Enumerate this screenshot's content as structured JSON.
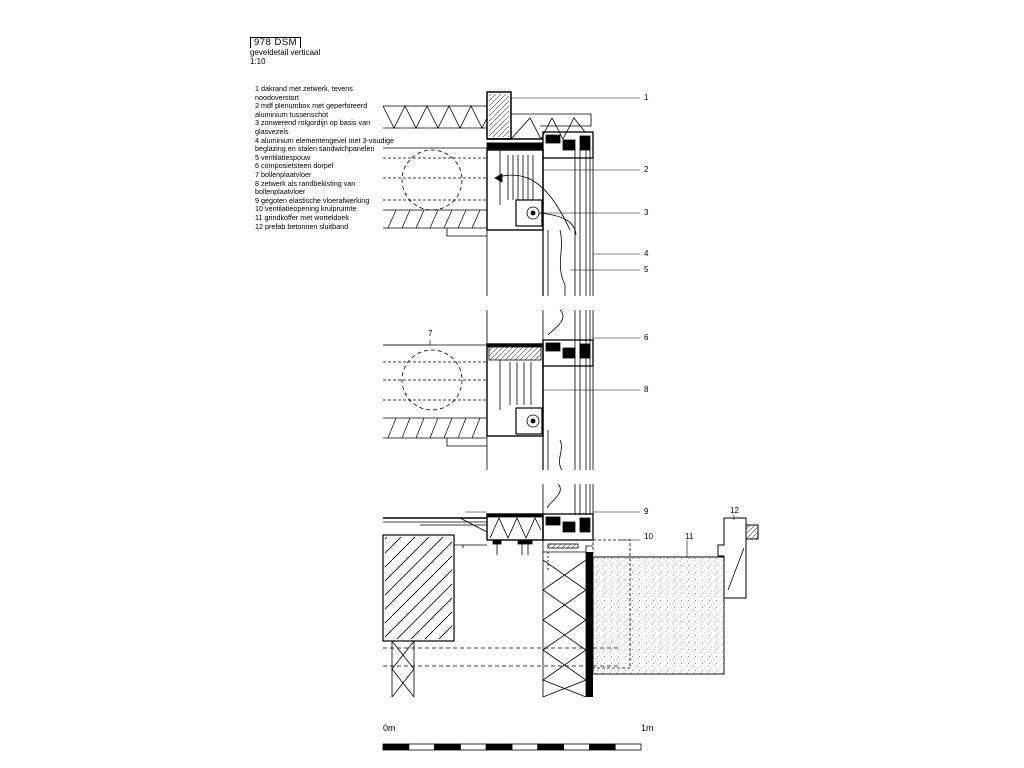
{
  "header": {
    "code": "978 DSM",
    "title": "geveldetail verticaal",
    "scale": "1:10"
  },
  "legend": [
    "1 dakrand met zetwerk, tevens noodoverstort",
    "2 mdf plenumbox met geperforeerd aluminium tussenschot",
    "3 zonwerend rolgordijn op basis van glasvezels",
    "4 aluminium elementengevel met 3-voudige beglazing en stalen sandwichpanelen",
    "5 ventilatiespouw",
    "6 composietsteen dorpel",
    "7 bollenplaatvloer",
    "8 zetwerk als randbekisting van bollenplaatvloer",
    "9 gegoten elastische vloerafwerking",
    "10 ventilatieopening kruipruimte",
    "11 grindkoffer met worteldoek",
    "12 prefab betonnen sluitband"
  ],
  "callouts": [
    "1",
    "2",
    "3",
    "4",
    "5",
    "6",
    "7",
    "8",
    "9",
    "10",
    "11",
    "12"
  ],
  "scalebar": {
    "start_label": "0m",
    "end_label": "1m",
    "segments": 10
  }
}
